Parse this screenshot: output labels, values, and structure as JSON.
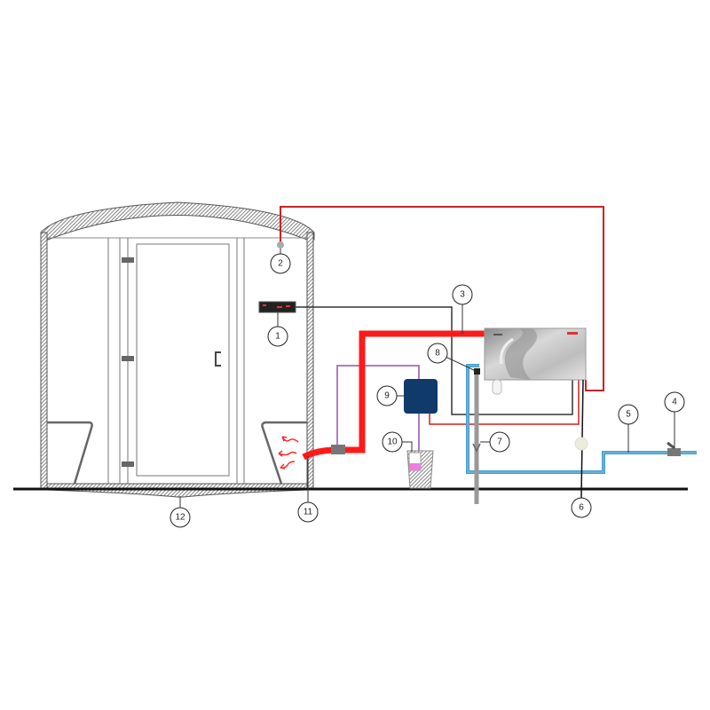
{
  "diagram": {
    "labels": [
      "1",
      "2",
      "3",
      "4",
      "5",
      "6",
      "7",
      "8",
      "9",
      "10",
      "11",
      "12"
    ],
    "colors": {
      "steam_pipe": "#ff1a1a",
      "sensor_wire": "#cc2222",
      "water_pipe": "#4a9ccc",
      "control_wire": "#333333",
      "drain": "#999999",
      "pump_box": "#0f3a6a",
      "dosing_line": "#b27bc0"
    }
  }
}
